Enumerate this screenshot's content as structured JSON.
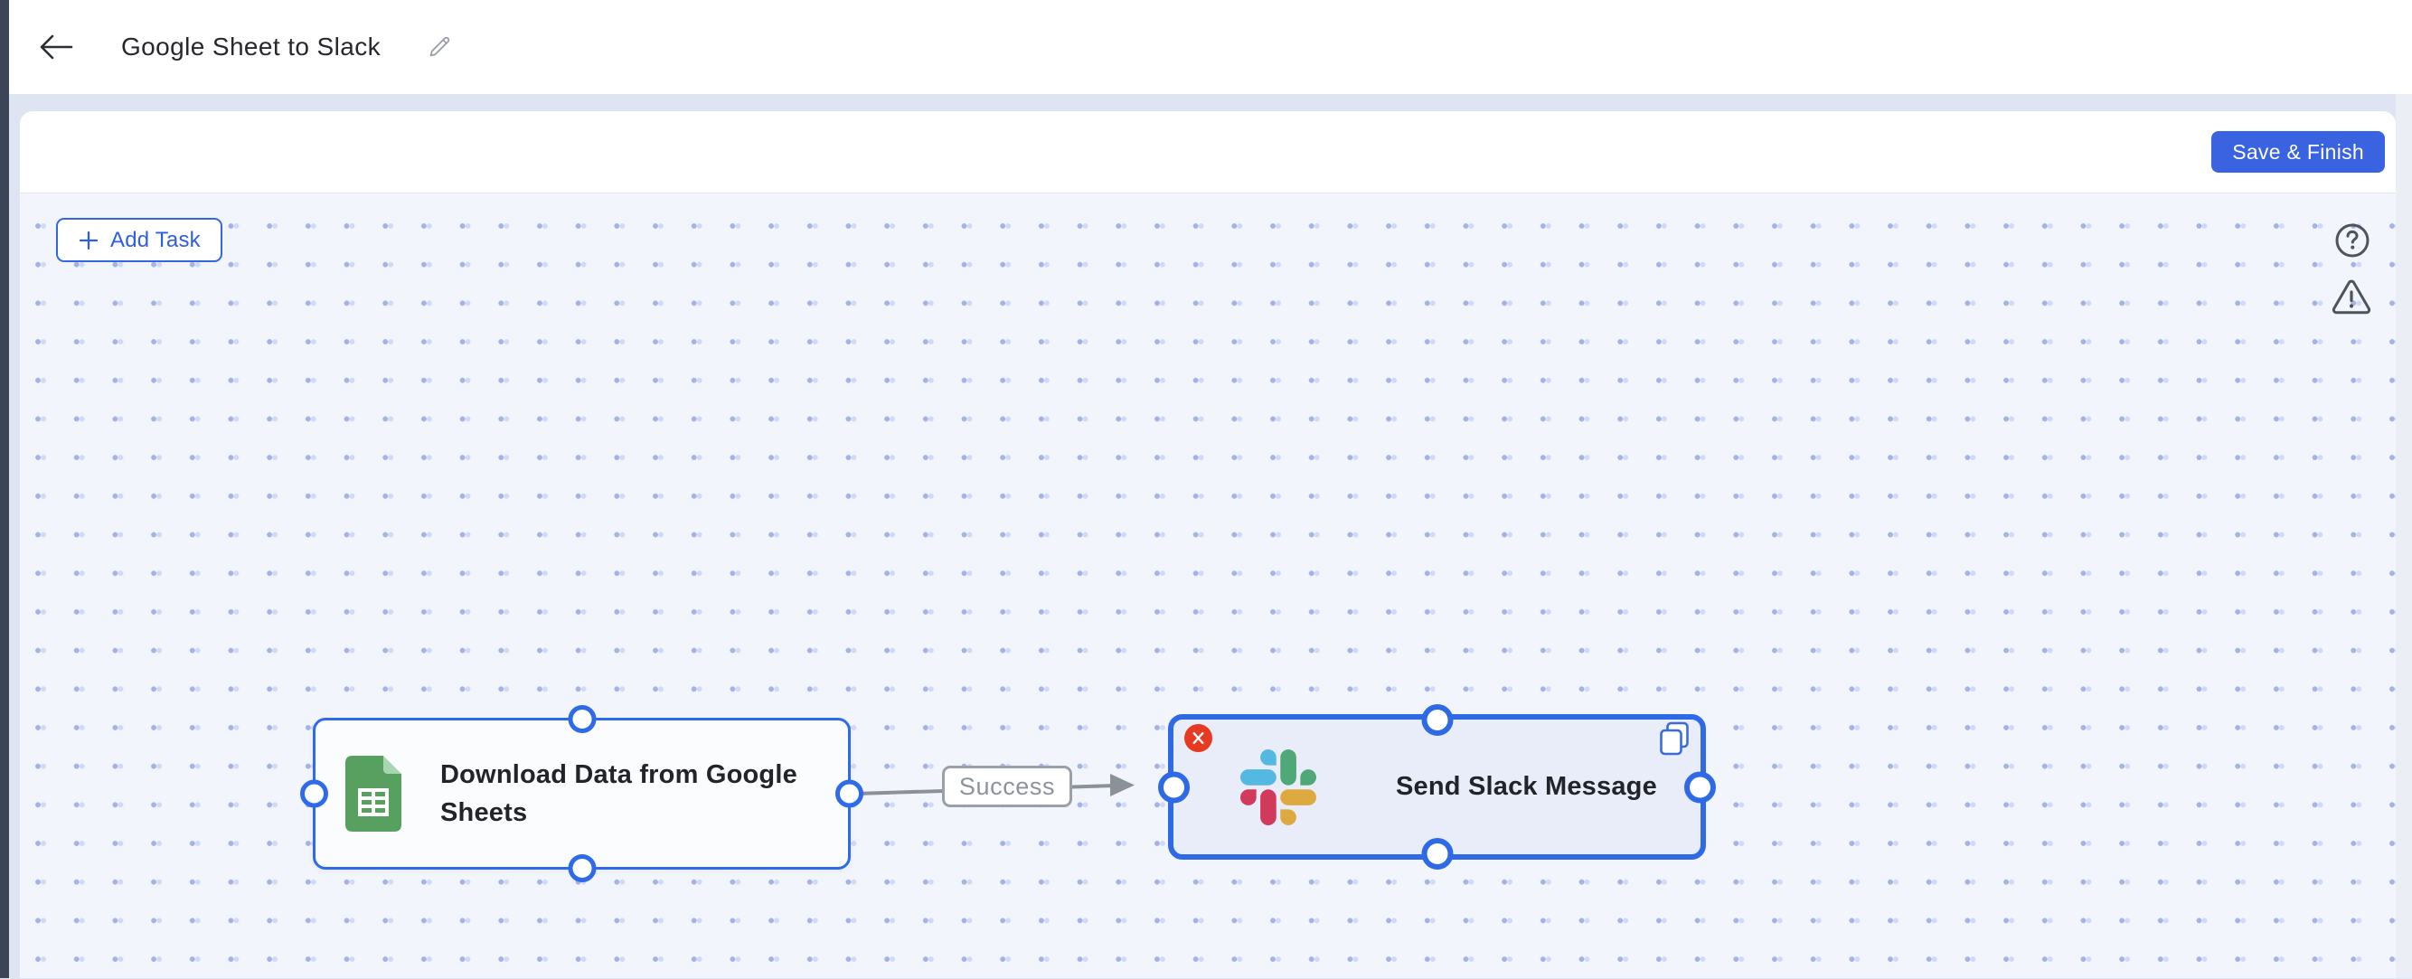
{
  "header": {
    "title": "Google Sheet to Slack"
  },
  "toolbar": {
    "save_button": "Save & Finish"
  },
  "canvas": {
    "add_task_button": "Add Task"
  },
  "workflow": {
    "nodes": [
      {
        "title": "Download Data from Google Sheets",
        "app": "google-sheets",
        "selected": false
      },
      {
        "title": "Send Slack Message",
        "app": "slack",
        "selected": true
      }
    ],
    "edges": [
      {
        "from": "Download Data from Google Sheets",
        "to": "Send Slack Message",
        "label": "Success"
      }
    ]
  },
  "icons": {
    "back": "arrow-left",
    "edit_title": "pencil",
    "add_task": "plus",
    "help": "question-circle",
    "warning": "triangle-exclamation",
    "delete_node": "x-circle",
    "duplicate_node": "copy",
    "node_app_1": "google-sheets-logo",
    "node_app_2": "slack-logo"
  },
  "colors": {
    "accent_blue": "#3A63E2",
    "node_border_blue": "#2F6BE8",
    "selected_fill": "#E9EDF9",
    "delete_red": "#E63B22",
    "canvas_bg": "#F3F5FC",
    "left_rail": "#3C4557",
    "edge_gray": "#8B9199"
  }
}
